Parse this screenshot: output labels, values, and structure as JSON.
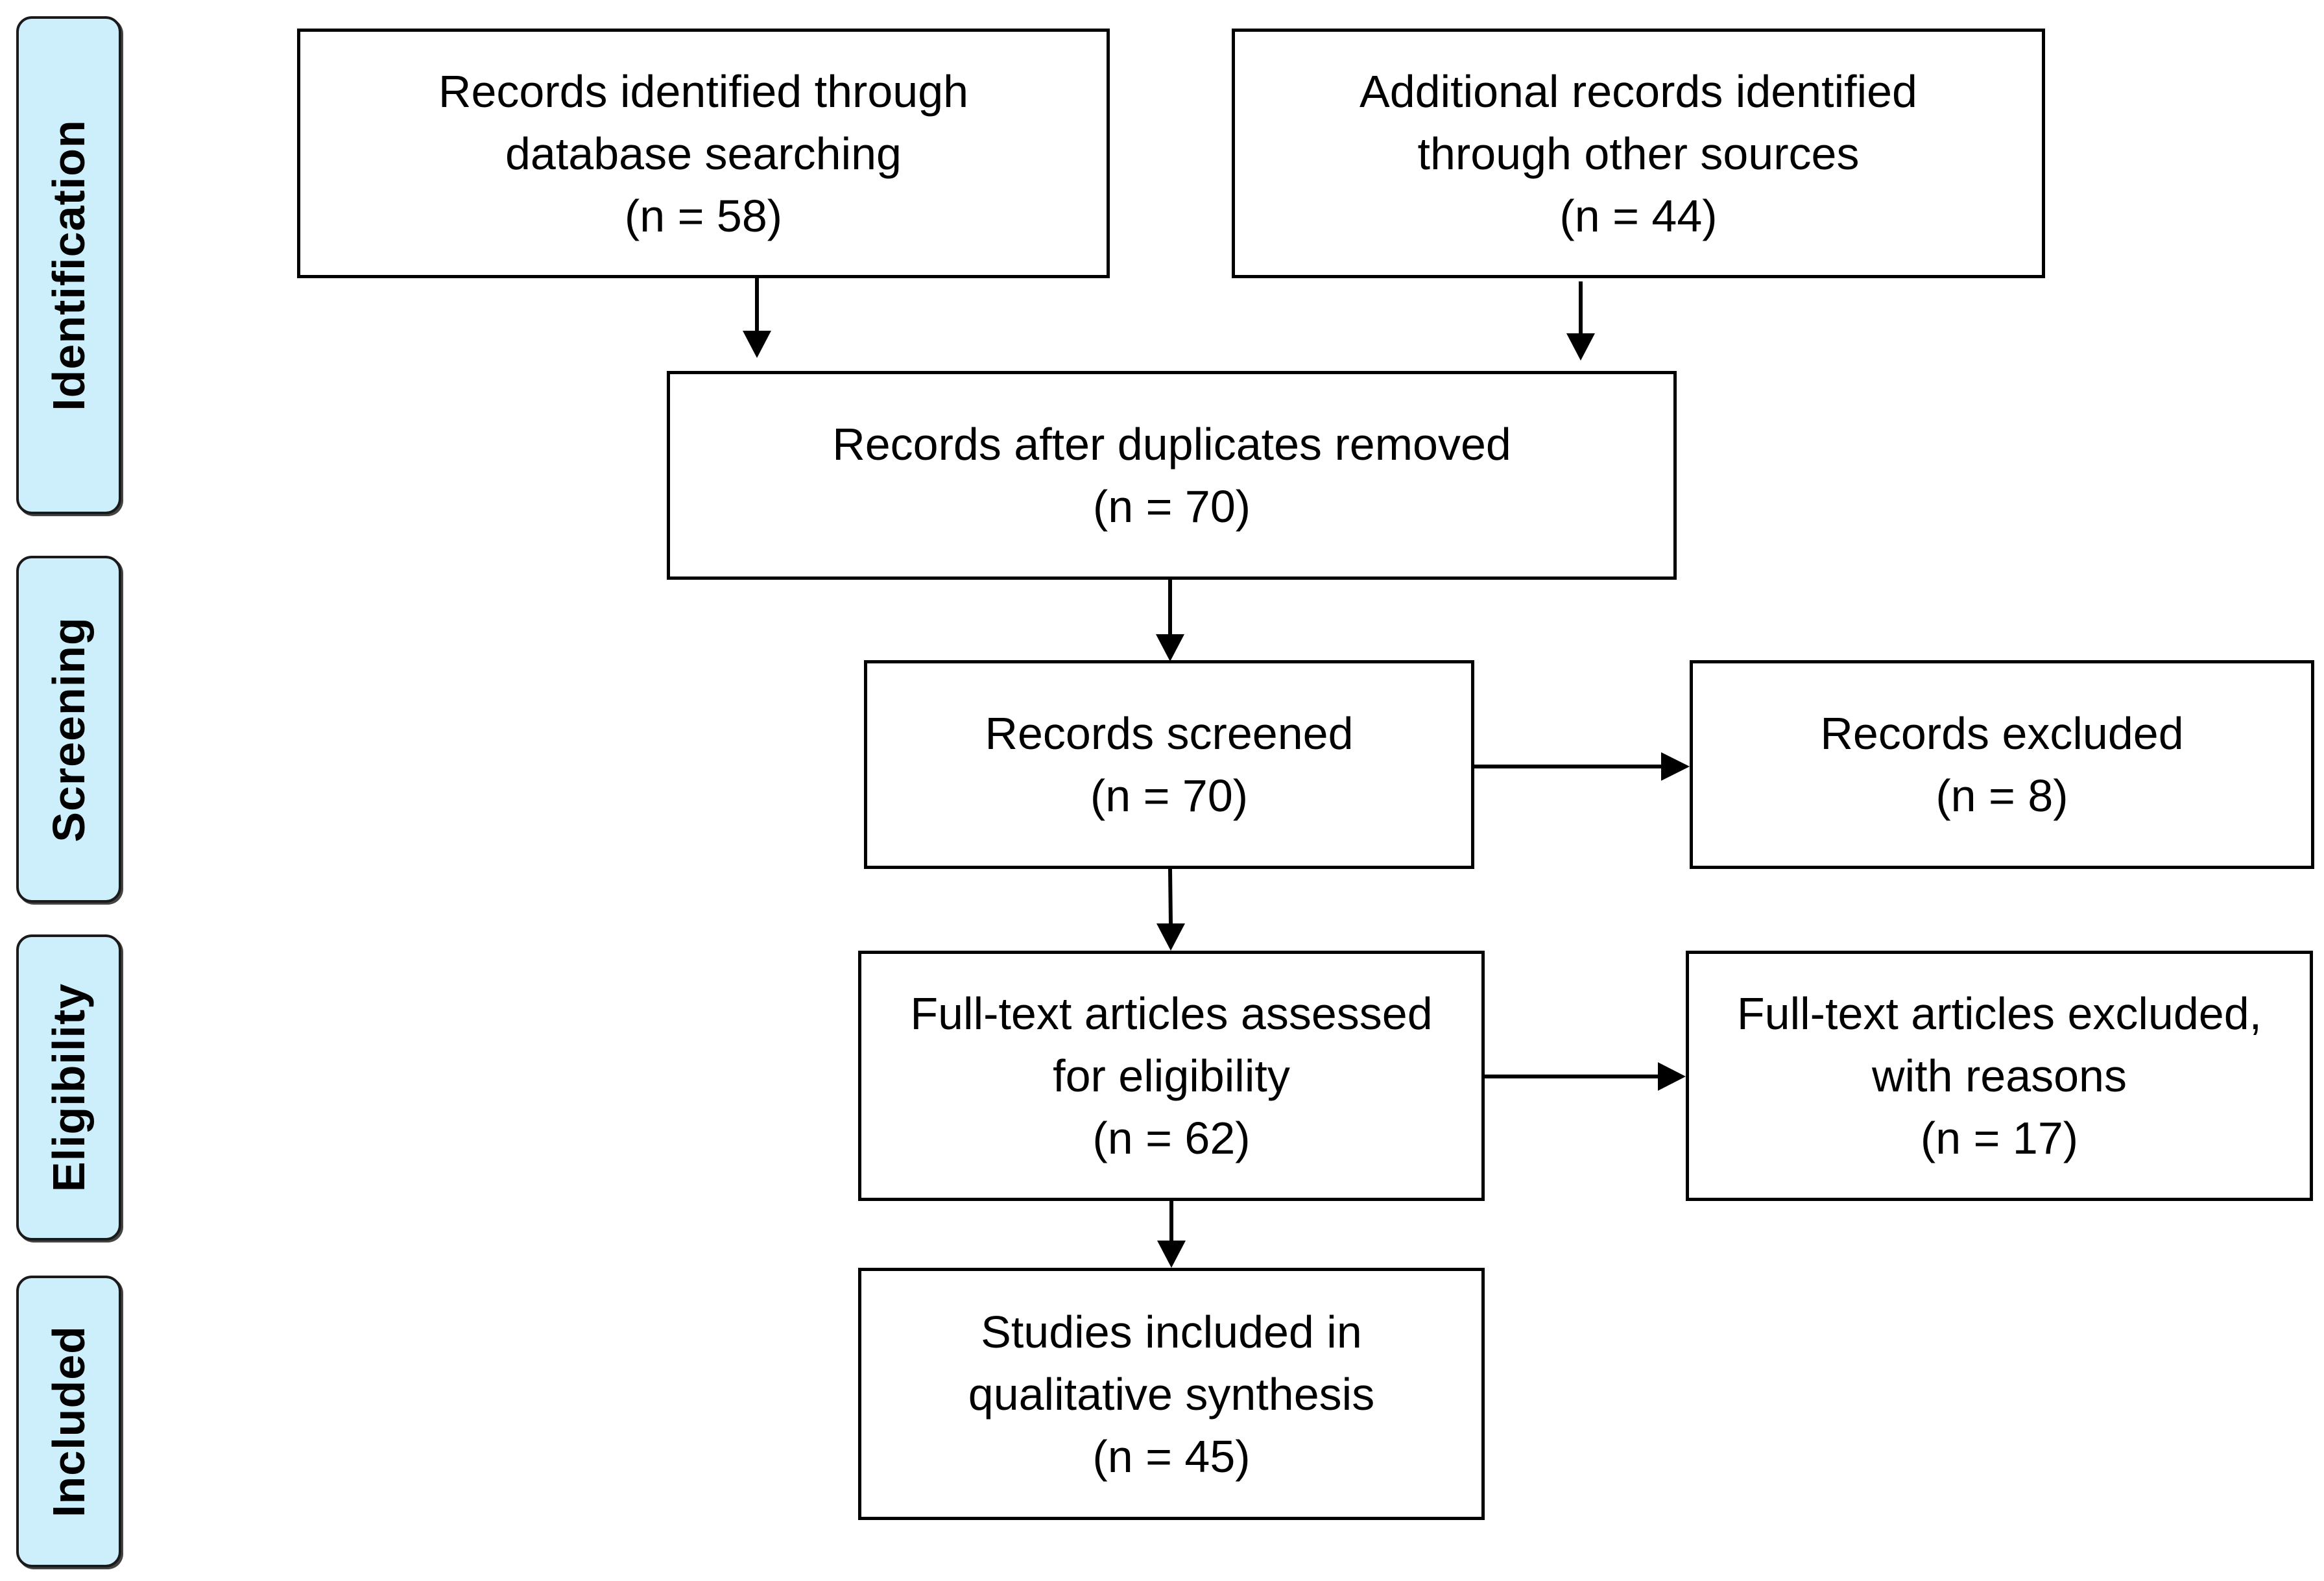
{
  "phases": {
    "identification": "Identification",
    "screening": "Screening",
    "eligibility": "Eligibility",
    "included": "Included"
  },
  "boxes": {
    "database": {
      "text": "Records identified through\ndatabase searching",
      "count": "(n = 58)"
    },
    "other_sources": {
      "text": "Additional records identified\nthrough other sources",
      "count": "(n = 44)"
    },
    "after_duplicates": {
      "text": "Records after duplicates removed",
      "count": "(n = 70)"
    },
    "screened": {
      "text": "Records screened",
      "count": "(n = 70)"
    },
    "excluded": {
      "text": "Records excluded",
      "count": "(n = 8)"
    },
    "full_text_assessed": {
      "text": "Full-text articles assessed\nfor eligibility",
      "count": "(n = 62)"
    },
    "full_text_excluded": {
      "text": "Full-text articles excluded,\nwith reasons",
      "count": "(n = 17)"
    },
    "included_studies": {
      "text": "Studies included in\nqualitative synthesis",
      "count": "(n = 45)"
    }
  }
}
